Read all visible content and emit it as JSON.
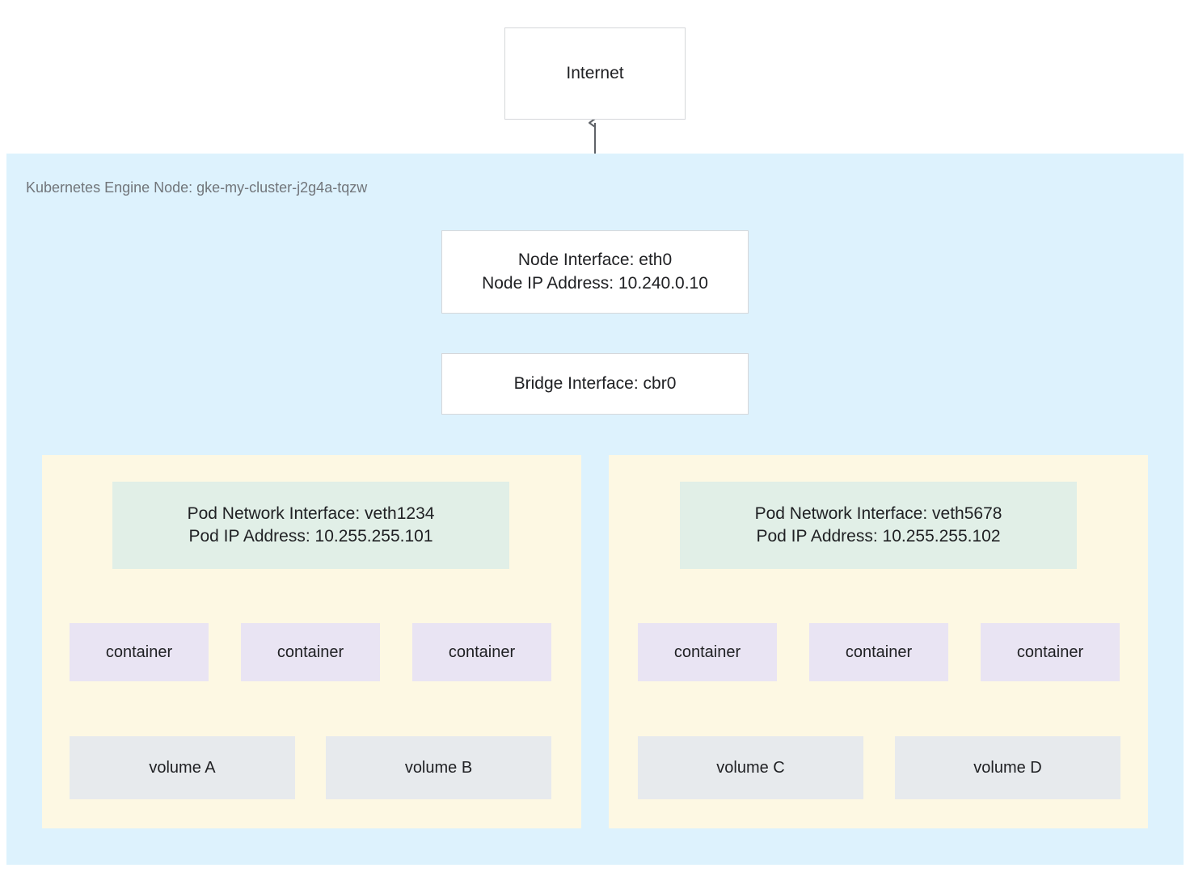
{
  "diagram": {
    "title_text": "Internet",
    "colors": {
      "node_group_bg": "#ddf2fd",
      "pod_group_bg": "#fdf8e3",
      "pod_interface_bg": "#e1efe7",
      "container_bg": "#e9e4f3",
      "volume_bg": "#e7eaed",
      "box_bg": "#ffffff",
      "box_border": "#d5d7da",
      "connector": "#5f6368",
      "text": "#202124",
      "muted_text": "#71757a"
    },
    "internet": {
      "label": "Internet"
    },
    "node_group": {
      "label": "Kubernetes Engine Node: gke-my-cluster-j2g4a-tqzw"
    },
    "node_interface": {
      "line1": "Node Interface: eth0",
      "line2": "Node IP Address: 10.240.0.10"
    },
    "bridge": {
      "label": "Bridge Interface: cbr0"
    },
    "pods": [
      {
        "interface_line1": "Pod Network Interface: veth1234",
        "interface_line2": "Pod IP Address: 10.255.255.101",
        "containers": [
          "container",
          "container",
          "container"
        ],
        "volumes": [
          "volume A",
          "volume B"
        ]
      },
      {
        "interface_line1": "Pod Network Interface: veth5678",
        "interface_line2": "Pod IP Address: 10.255.255.102",
        "containers": [
          "container",
          "container",
          "container"
        ],
        "volumes": [
          "volume C",
          "volume D"
        ]
      }
    ]
  }
}
